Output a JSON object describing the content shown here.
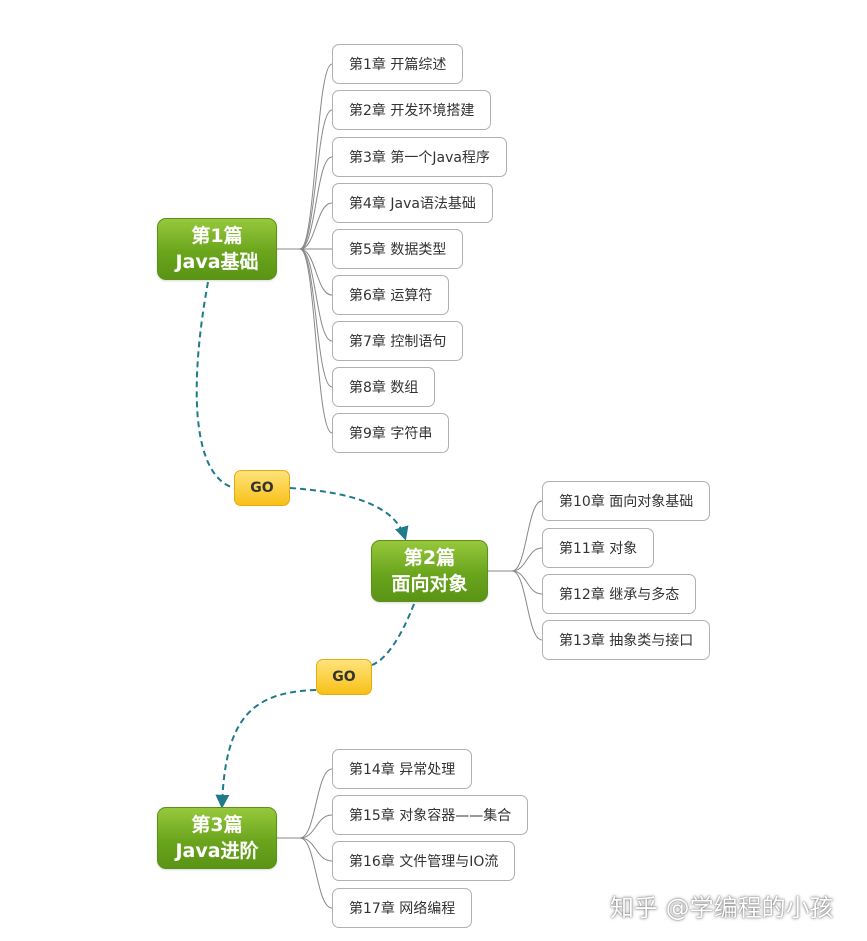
{
  "parts": [
    {
      "line1": "第1篇",
      "line2": "Java基础",
      "chapters": [
        "第1章 开篇综述",
        "第2章 开发环境搭建",
        "第3章 第一个Java程序",
        "第4章 Java语法基础",
        "第5章 数据类型",
        "第6章 运算符",
        "第7章 控制语句",
        "第8章 数组",
        "第9章 字符串"
      ]
    },
    {
      "line1": "第2篇",
      "line2": "面向对象",
      "chapters": [
        "第10章 面向对象基础",
        "第11章 对象",
        "第12章 继承与多态",
        "第13章 抽象类与接口"
      ]
    },
    {
      "line1": "第3篇",
      "line2": "Java进阶",
      "chapters": [
        "第14章 异常处理",
        "第15章 对象容器——集合",
        "第16章 文件管理与IO流",
        "第17章 网络编程"
      ]
    }
  ],
  "go_labels": [
    "GO",
    "GO"
  ],
  "watermark": "知乎 @学编程的小孩",
  "colors": {
    "part_green": "#6aa51d",
    "go_yellow": "#f8c018",
    "connector_teal": "#1f7a8c",
    "branch_gray": "#888888"
  }
}
